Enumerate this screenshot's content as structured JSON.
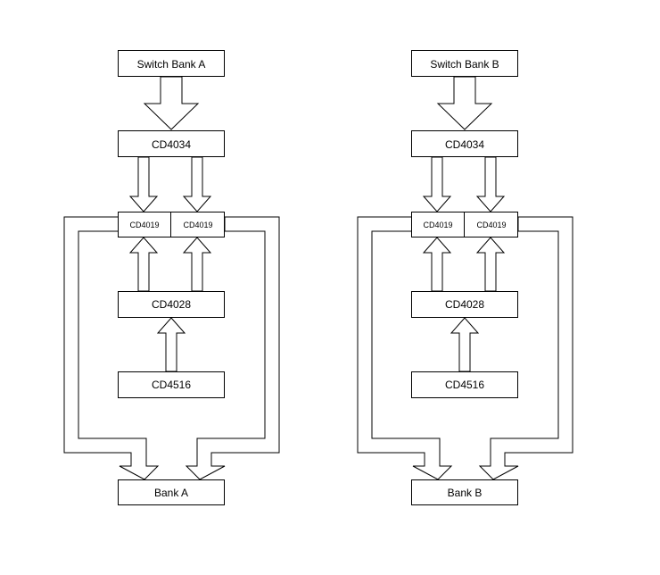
{
  "diagram": {
    "left": {
      "switch_bank": "Switch Bank A",
      "cd4034": "CD4034",
      "cd4019_a": "CD4019",
      "cd4019_b": "CD4019",
      "cd4028": "CD4028",
      "cd4516": "CD4516",
      "bank": "Bank A"
    },
    "right": {
      "switch_bank": "Switch Bank B",
      "cd4034": "CD4034",
      "cd4019_a": "CD4019",
      "cd4019_b": "CD4019",
      "cd4028": "CD4028",
      "cd4516": "CD4516",
      "bank": "Bank B"
    }
  }
}
